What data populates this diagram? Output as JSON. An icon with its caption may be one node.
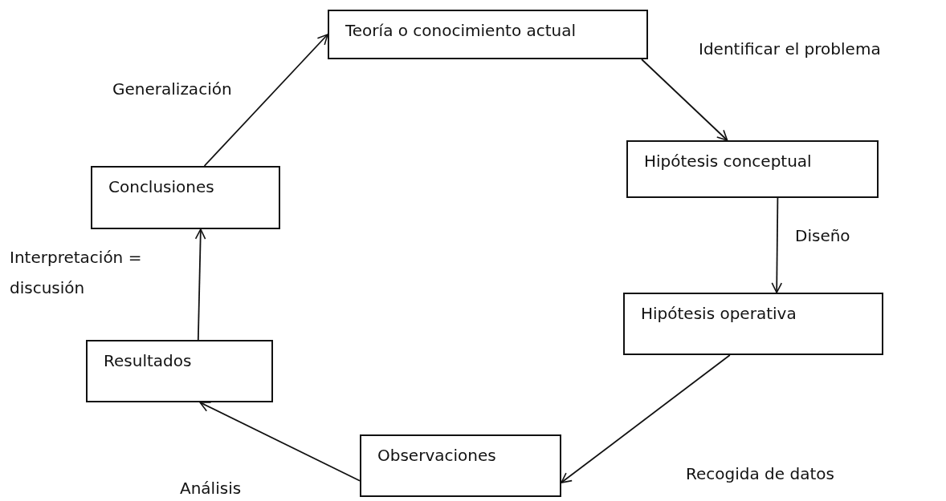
{
  "diagram": {
    "nodes": [
      {
        "text": [
          "Teoría o conocimiento actual"
        ]
      },
      {
        "text": [
          "Hipótesis conceptual"
        ]
      },
      {
        "text": [
          "Hipótesis operativa"
        ]
      },
      {
        "text": [
          "Observaciones"
        ]
      },
      {
        "text": [
          "Resultados"
        ]
      },
      {
        "text": [
          "Conclusiones"
        ]
      }
    ],
    "edges": [
      {
        "from": 0,
        "to": 1,
        "arrow": "to",
        "label": "Identificar el problema"
      },
      {
        "from": 1,
        "to": 2,
        "arrow": "to",
        "label": "Diseño"
      },
      {
        "from": 2,
        "to": 3,
        "arrow": "to",
        "label": "Recogida de datos"
      },
      {
        "from": 3,
        "to": 4,
        "arrow": "to",
        "label": "Análisis"
      },
      {
        "from": 4,
        "to": 5,
        "arrow": "to",
        "label": "Interpretación = discusión"
      },
      {
        "from": 5,
        "to": 0,
        "arrow": "to",
        "label": "Generalización"
      }
    ]
  }
}
